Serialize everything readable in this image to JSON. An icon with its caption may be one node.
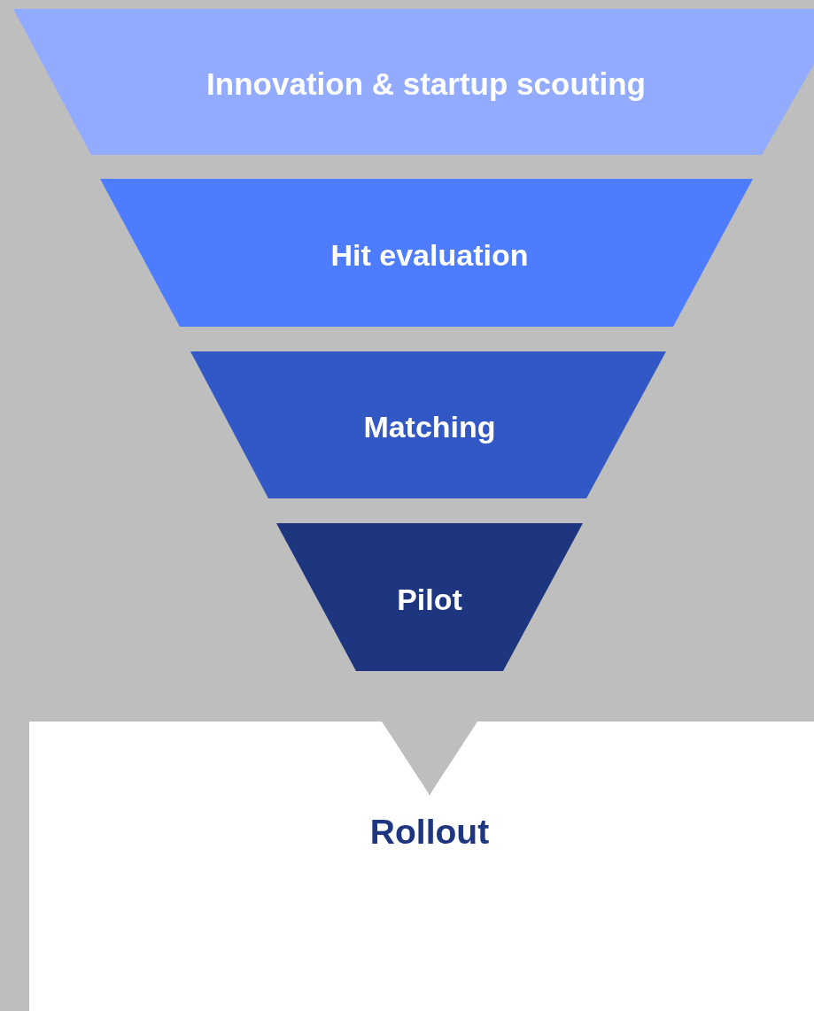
{
  "diagram": {
    "nodes": [
      {
        "text": [
          "Innovation & startup scouting"
        ]
      },
      {
        "text": [
          "Hit evaluation"
        ]
      },
      {
        "text": [
          "Matching"
        ]
      },
      {
        "text": [
          "Pilot"
        ]
      },
      {
        "text": [
          "Rollout"
        ]
      }
    ],
    "edges": [
      {
        "from": 3,
        "to": 4,
        "arrow": "to"
      }
    ]
  }
}
